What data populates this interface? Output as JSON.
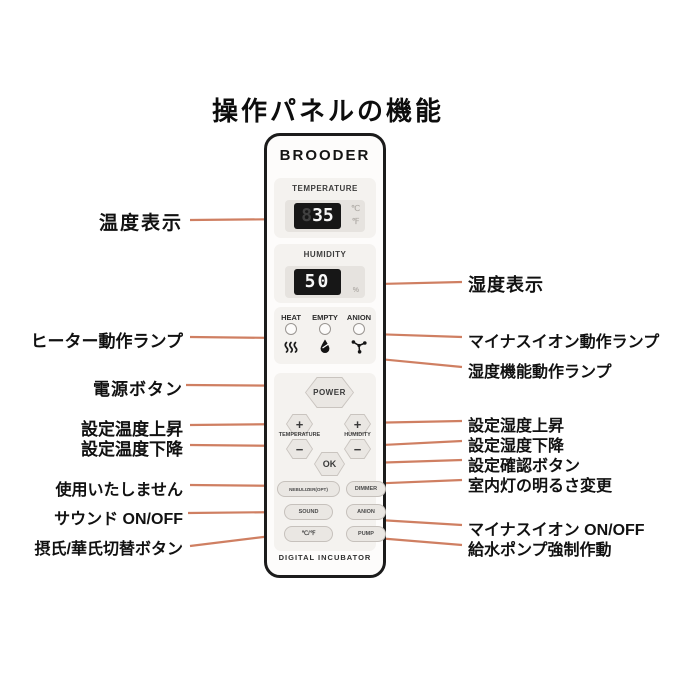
{
  "title": "操作パネルの機能",
  "panel": {
    "brand": "BROODER",
    "footer": "DIGITAL INCUBATOR",
    "temperature": {
      "label": "TEMPERATURE",
      "ghost": "8",
      "value": "35",
      "unit_c": "℃",
      "unit_f": "℉"
    },
    "humidity": {
      "label": "HUMIDITY",
      "value": "50",
      "unit": "%"
    },
    "indicators": [
      {
        "label": "HEAT",
        "icon": "heat-waves-icon"
      },
      {
        "label": "EMPTY",
        "icon": "water-drop-icon"
      },
      {
        "label": "ANION",
        "icon": "anion-molecule-icon"
      }
    ],
    "buttons": {
      "power": "POWER",
      "temp_plus": "+",
      "temp_minus": "−",
      "temp_label": "TEMPERATURE",
      "hum_plus": "+",
      "hum_minus": "−",
      "hum_label": "HUMIDITY",
      "ok": "OK",
      "nebulizer": "NEBULIZER(OPT)",
      "dimmer": "DIMMER",
      "sound": "SOUND",
      "anion": "ANION",
      "celsius_fahrenheit": "℃/℉",
      "pump": "PUMP"
    }
  },
  "annotations": {
    "left": [
      "温度表示",
      "ヒーター動作ランプ",
      "電源ボタン",
      "設定温度上昇",
      "設定温度下降",
      "使用いたしません",
      "サウンド ON/OFF",
      "摂氏/華氏切替ボタン"
    ],
    "right": [
      "湿度表示",
      "マイナスイオン動作ランプ",
      "湿度機能動作ランプ",
      "設定湿度上昇",
      "設定湿度下降",
      "設定確認ボタン",
      "室内灯の明るさ変更",
      "マイナスイオン ON/OFF",
      "給水ポンプ強制作動"
    ]
  },
  "colors": {
    "connector_line": "#cf7f62",
    "connector_dot": "#c23a1d",
    "panel_border": "#1b1b1b",
    "lcd_background": "#171717",
    "lcd_digits": "#f7f7f7"
  }
}
